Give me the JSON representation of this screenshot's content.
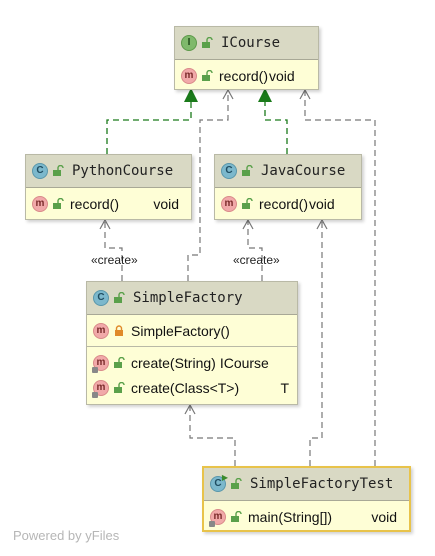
{
  "nodes": {
    "icourse": {
      "kind_badge": "I",
      "name": "ICourse",
      "members": [
        {
          "badge": "m",
          "text": "record()",
          "ret": "void"
        }
      ]
    },
    "python_course": {
      "kind_badge": "C",
      "name": "PythonCourse",
      "members": [
        {
          "badge": "m",
          "text": "record()",
          "ret": "void"
        }
      ]
    },
    "java_course": {
      "kind_badge": "C",
      "name": "JavaCourse",
      "members": [
        {
          "badge": "m",
          "text": "record()",
          "ret": "void"
        }
      ]
    },
    "simple_factory": {
      "kind_badge": "C",
      "name": "SimpleFactory",
      "constructors": [
        {
          "badge": "m",
          "text": "SimpleFactory()",
          "ret": ""
        }
      ],
      "methods": [
        {
          "badge": "m",
          "text": "create(String)",
          "ret": "ICourse"
        },
        {
          "badge": "m",
          "text": "create(Class<T>)",
          "ret": "T"
        }
      ]
    },
    "simple_factory_test": {
      "kind_badge": "C",
      "name": "SimpleFactoryTest",
      "members": [
        {
          "badge": "m",
          "text": "main(String[])",
          "ret": "void"
        }
      ]
    }
  },
  "stereotypes": {
    "create_left": "«create»",
    "create_right": "«create»"
  },
  "footer": "Powered by yFiles",
  "colors": {
    "node_fill": "#fefed6",
    "node_header": "#d9d9c4",
    "implements_edge": "#1a7a1a",
    "dependency_edge": "#777777",
    "selected_border": "#e8c34a"
  }
}
